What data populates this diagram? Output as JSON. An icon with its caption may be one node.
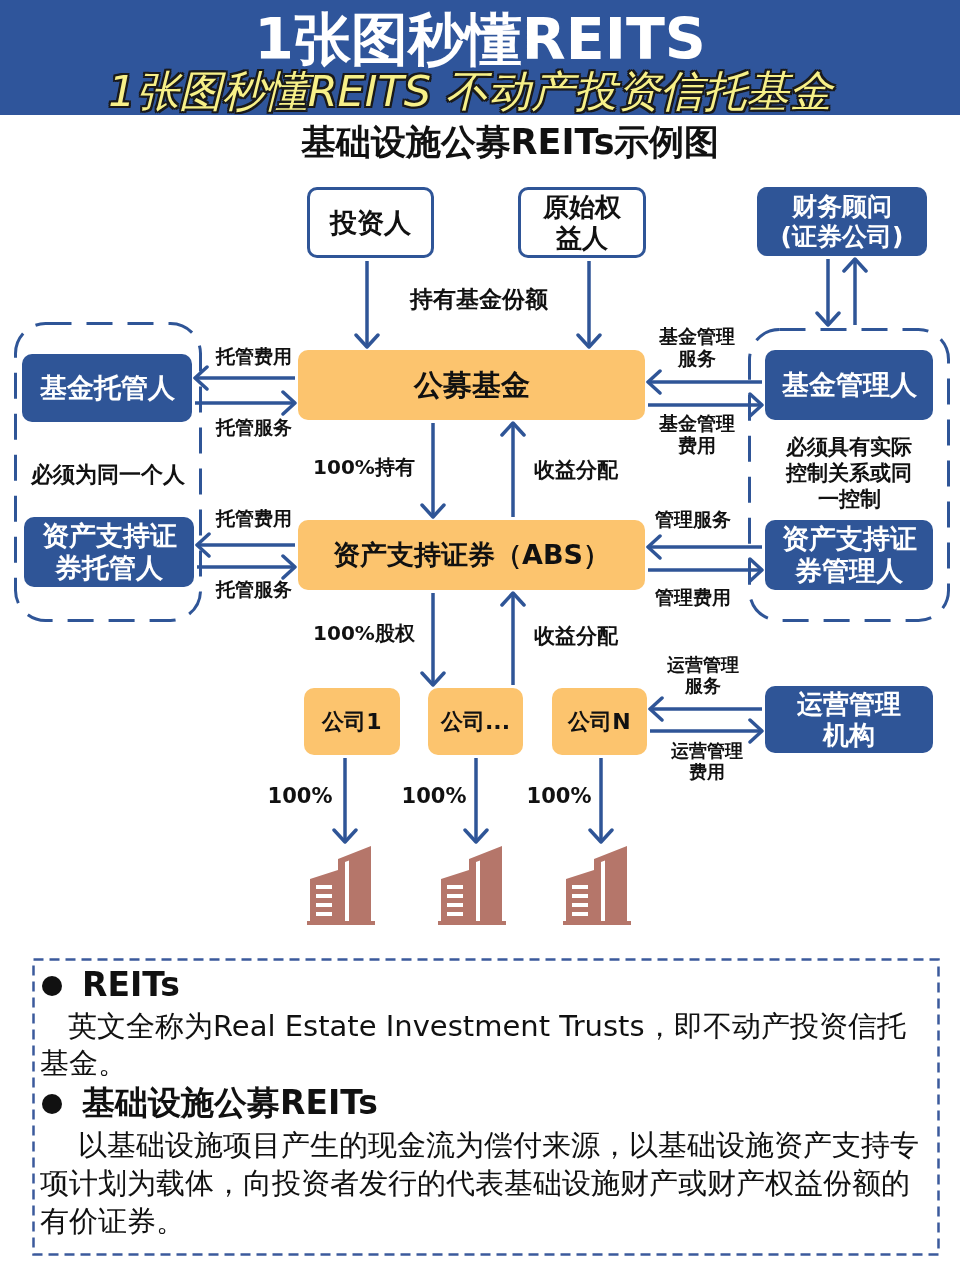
{
  "diagram": {
    "title": "1张图秒懂REITS",
    "nodes": [
      {
        "text": [
          "投资人"
        ]
      },
      {
        "text": [
          "原始权益人"
        ]
      },
      {
        "text": [
          "财务顾问(证券公司)"
        ]
      },
      {
        "text": [
          "必须为同一个人"
        ]
      },
      {
        "text": [
          "基金托管人"
        ],
        "in": 3
      },
      {
        "text": [
          "资产支持证券托管人"
        ],
        "in": 3
      },
      {
        "text": [
          "公募基金"
        ]
      },
      {
        "text": [
          "必须具有实际控制关系或同一控制"
        ]
      },
      {
        "text": [
          "基金管理人"
        ],
        "in": 7
      },
      {
        "text": [
          "资产支持证券管理人"
        ],
        "in": 7
      },
      {
        "text": [
          "资产支持证券（ABS）"
        ]
      },
      {
        "text": [
          "公司1"
        ]
      },
      {
        "text": [
          "公司..."
        ]
      },
      {
        "text": [
          "公司N"
        ]
      },
      {
        "text": [
          "运营管理机构"
        ]
      },
      {
        "text": [],
        "shape": "picture"
      },
      {
        "text": [],
        "shape": "picture"
      },
      {
        "text": [],
        "shape": "picture"
      },
      {
        "text": [
          "REITs",
          "英文全称为Real Estate Investment Trusts，即不动产投资信托基金。",
          "基础设施公募REITs",
          "以基础设施项目产生的现金流为偿付来源，以基础设施资产支持专项计划为载体，向投资者发行的代表基础设施财产或财产权益份额的有价证券。"
        ]
      }
    ],
    "edges": [
      {
        "from": 0,
        "to": 6,
        "arrow": "to",
        "label": "持有基金份额"
      },
      {
        "from": 1,
        "to": 6,
        "arrow": "to"
      },
      {
        "from": 2,
        "to": 7,
        "arrow": "to"
      },
      {
        "from": 7,
        "to": 2,
        "arrow": "to"
      },
      {
        "from": 6,
        "to": 4,
        "arrow": "to",
        "label": "托管费用"
      },
      {
        "from": 4,
        "to": 6,
        "arrow": "to",
        "label": "托管服务"
      },
      {
        "from": 8,
        "to": 6,
        "arrow": "to",
        "label": "基金管理服务"
      },
      {
        "from": 6,
        "to": 8,
        "arrow": "to",
        "label": "基金管理费用"
      },
      {
        "from": 6,
        "to": 10,
        "arrow": "to",
        "label": "100%持有"
      },
      {
        "from": 10,
        "to": 6,
        "arrow": "to",
        "label": "收益分配"
      },
      {
        "from": 10,
        "to": 5,
        "arrow": "to",
        "label": "托管费用"
      },
      {
        "from": 5,
        "to": 10,
        "arrow": "to",
        "label": "托管服务"
      },
      {
        "from": 9,
        "to": 10,
        "arrow": "to",
        "label": "管理服务"
      },
      {
        "from": 10,
        "to": 9,
        "arrow": "to",
        "label": "管理费用"
      },
      {
        "from": 10,
        "to": 12,
        "arrow": "to",
        "label": "100%股权"
      },
      {
        "from": 12,
        "to": 10,
        "arrow": "to",
        "label": "收益分配"
      },
      {
        "from": 14,
        "to": 13,
        "arrow": "to",
        "label": "运营管理服务"
      },
      {
        "from": 13,
        "to": 14,
        "arrow": "to",
        "label": "运营管理费用"
      },
      {
        "from": 11,
        "to": 15,
        "arrow": "to",
        "label": "100%"
      },
      {
        "from": 12,
        "to": 16,
        "arrow": "to",
        "label": "100%"
      },
      {
        "from": 13,
        "to": 17,
        "arrow": "to",
        "label": "100%"
      }
    ],
    "labels": [
      "1张图秒懂REITS 不动产投资信托基金",
      "基础设施公募REITs示例图"
    ]
  }
}
